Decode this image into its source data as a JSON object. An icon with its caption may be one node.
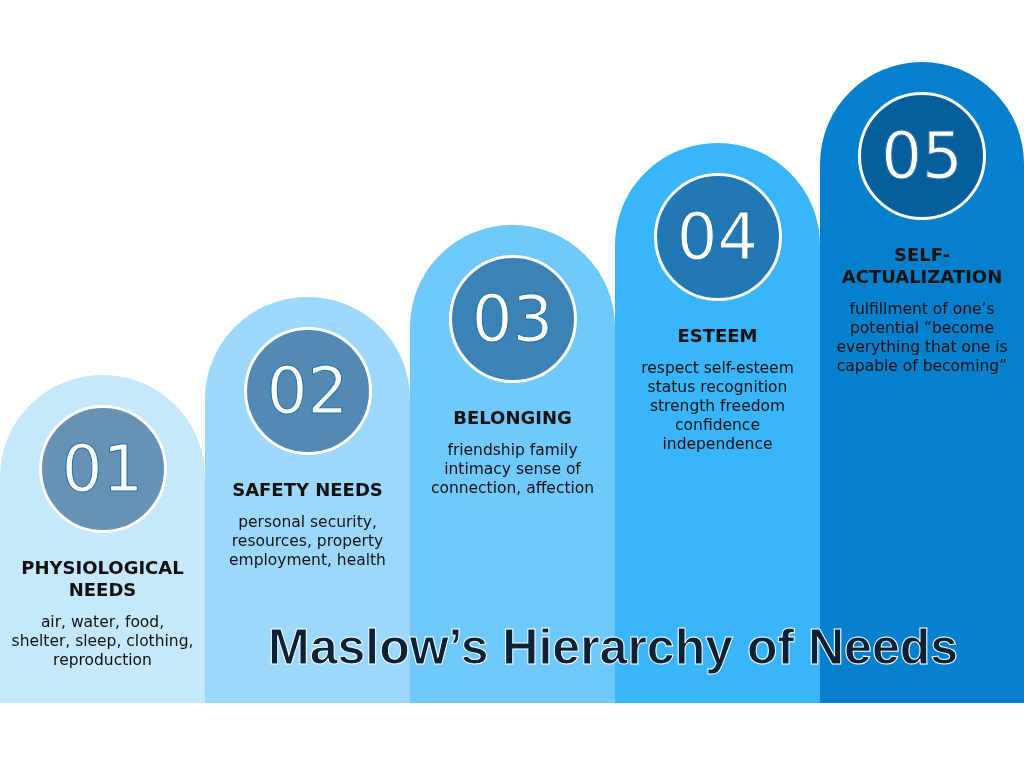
{
  "diagram": {
    "title": "Maslow’s Hierarchy of Needs",
    "nodes": [
      {
        "text": [
          "01",
          "PHYSIOLOGICAL NEEDS",
          "air, water, food, shelter, sleep, clothing, reproduction"
        ]
      },
      {
        "text": [
          "02",
          "SAFETY NEEDS",
          "personal security, resources, property employment, health"
        ]
      },
      {
        "text": [
          "03",
          "BELONGING",
          "friendship family intimacy sense of connection, affection"
        ]
      },
      {
        "text": [
          "04",
          "ESTEEM",
          "respect self-esteem status recognition strength freedom confidence independence"
        ]
      },
      {
        "text": [
          "05",
          "SELF-ACTUALIZATION",
          "fulfillment of one’s potential “become everything that one is capable of becoming”"
        ]
      }
    ]
  }
}
